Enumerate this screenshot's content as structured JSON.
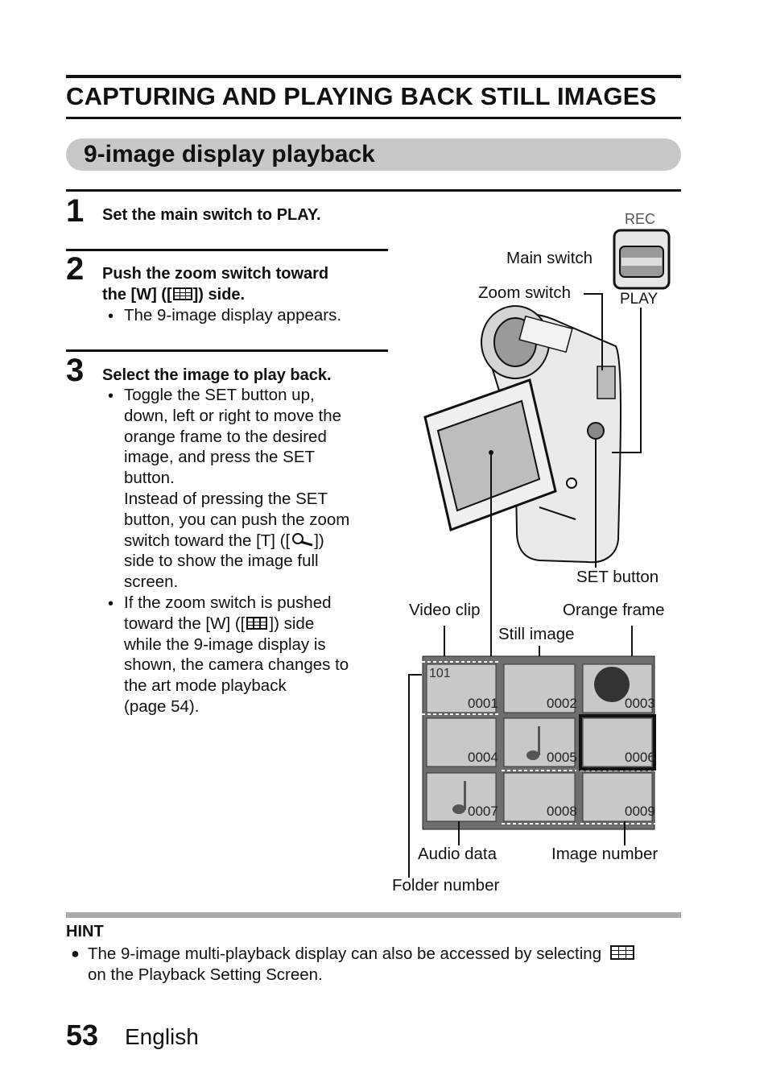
{
  "header": {
    "title": "CAPTURING AND PLAYING BACK STILL IMAGES",
    "subtitle": "9-image display playback"
  },
  "steps": [
    {
      "number": "1",
      "title": "Set the main switch to PLAY."
    },
    {
      "number": "2",
      "title_line1": "Push the zoom switch toward",
      "title_line2_a": "the [W] ([",
      "title_line2_b": "]) side.",
      "bullets": [
        "The 9-image display appears."
      ]
    },
    {
      "number": "3",
      "title": "Select the image to play back.",
      "bullet1_lines": [
        "Toggle the SET button up,",
        "down, left or right to move the",
        "orange frame to the desired",
        "image, and press the SET",
        "button.",
        "Instead of pressing the SET",
        "button, you can push the zoom"
      ],
      "bullet1_line8_a": "switch toward the [T] ([",
      "bullet1_line8_b": "])",
      "bullet1_tail": [
        "side to show the image full",
        "screen."
      ],
      "bullet2_line1": "If the zoom switch is pushed",
      "bullet2_line2_a": "toward the [W] ([",
      "bullet2_line2_b": "]) side",
      "bullet2_tail": [
        "while the 9-image display is",
        "shown, the camera changes to",
        "the art mode playback",
        "(page 54)."
      ]
    }
  ],
  "figure": {
    "rec": "REC",
    "play": "PLAY",
    "main_switch": "Main switch",
    "zoom_switch": "Zoom switch",
    "set_button": "SET button",
    "video_clip": "Video clip",
    "orange_frame": "Orange frame",
    "still_image": "Still image",
    "audio_data": "Audio data",
    "image_number": "Image number",
    "folder_number": "Folder number",
    "folder_no": "101",
    "thumbnails": [
      "0001",
      "0002",
      "0003",
      "0004",
      "0005",
      "0006",
      "0007",
      "0008",
      "0009"
    ]
  },
  "hint": {
    "title": "HINT",
    "text_a": "The 9-image multi-playback display can also be accessed by selecting",
    "text_b": "on the Playback Setting Screen."
  },
  "footer": {
    "page": "53",
    "language": "English"
  }
}
